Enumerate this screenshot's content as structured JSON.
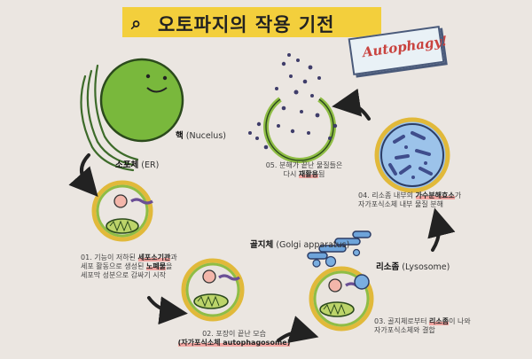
{
  "title": {
    "icon": "search-icon",
    "text": "오토파지의 작용 기전"
  },
  "badge": {
    "text": "Autophagy!"
  },
  "labels": {
    "nucleus_ko": "핵",
    "nucleus_en": " (Nucelus)",
    "er_ko": "소포체",
    "er_en": " (ER)",
    "golgi_ko": "골지체",
    "golgi_en": " (Golgi apparatus)",
    "lysosome_ko": "리소좀",
    "lysosome_en": " (Lysosome)"
  },
  "steps": {
    "s1": {
      "l1a": "01. 기능이 저하된 ",
      "l1b": "세포소기관",
      "l1c": "과",
      "l2a": "세포 활동으로 생성된 ",
      "l2b": "노폐물",
      "l2c": "을",
      "l3": "세포막 성분으로 감싸기 시작"
    },
    "s2": {
      "l1": "02. 포장이 끝난 모습",
      "l2": "(자가포식소체 autophagosome)"
    },
    "s3": {
      "l1a": "03. 골지체로부터 ",
      "l1b": "리소좀",
      "l1c": "이 나와",
      "l2": "자가포식소체와 결합"
    },
    "s4": {
      "l1a": "04. 리소좀 내부의 ",
      "l1b": "가수분해효소",
      "l1c": "가",
      "l2": "자가포식소체 내부 물질 분해"
    },
    "s5": {
      "l1": "05. 분해가 끝난 물질들은",
      "l2a": "다시 ",
      "l2b": "재활용",
      "l2c": "됨"
    }
  },
  "colors": {
    "background": "#ebe6e1",
    "title_yellow": "#f3cf3c",
    "nucleus_green": "#79b83c",
    "membrane_green": "#8fbd45",
    "mitochondria": "#bcd46a",
    "lysosome_blue": "#7aaee0",
    "golgi_blue": "#6ea4da",
    "highlight_pink": "#f3a6a2",
    "vesicle_pink": "#f3b6aa",
    "arrow_dark": "#222222"
  }
}
